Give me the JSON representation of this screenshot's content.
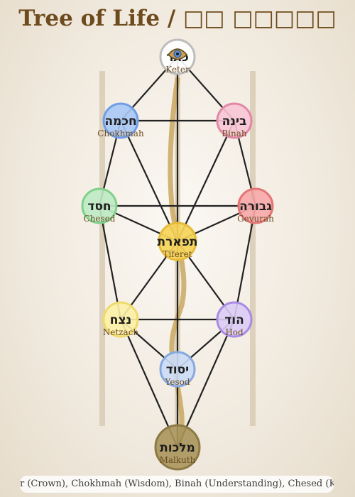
{
  "title": "Tree of Life / □□ □□□□□",
  "colors": {
    "title": "#6e4b1c",
    "pillar": "#d8cbb4",
    "path": "#222222",
    "serpent": "#c9a760"
  },
  "keter_icon": "eye-icon",
  "sefirot": [
    {
      "id": "keter",
      "hebrew": "כתר",
      "english": "Keter",
      "fill": "#ffffff",
      "stroke": "#bdbdbd"
    },
    {
      "id": "chokhmah",
      "hebrew": "חכמה",
      "english": "Chokhmah",
      "fill": "#a9c8f5",
      "stroke": "#6f9ee6"
    },
    {
      "id": "binah",
      "hebrew": "בינה",
      "english": "Binah",
      "fill": "#f8c4d4",
      "stroke": "#e288a6"
    },
    {
      "id": "chesed",
      "hebrew": "חסד",
      "english": "Chesed",
      "fill": "#bfeac4",
      "stroke": "#7fd08b"
    },
    {
      "id": "gevurah",
      "hebrew": "גבורה",
      "english": "Gevurah",
      "fill": "#f7a9a9",
      "stroke": "#e57474"
    },
    {
      "id": "tiferet",
      "hebrew": "תפארת",
      "english": "Tiferet",
      "fill": "#f6d458",
      "stroke": "#e6bb3a"
    },
    {
      "id": "netzach",
      "hebrew": "נצח",
      "english": "Netzach",
      "fill": "#fdf0a6",
      "stroke": "#eedb6b"
    },
    {
      "id": "hod",
      "hebrew": "הוד",
      "english": "Hod",
      "fill": "#dccbf6",
      "stroke": "#a98be4"
    },
    {
      "id": "yesod",
      "hebrew": "יסוד",
      "english": "Yesod",
      "fill": "#cbdcf6",
      "stroke": "#86a9e1"
    },
    {
      "id": "malkuth",
      "hebrew": "מלכות",
      "english": "Malkuth",
      "fill": "#a8955a",
      "stroke": "#8c7a45"
    }
  ],
  "paths": [
    [
      "keter",
      "chokhmah"
    ],
    [
      "keter",
      "binah"
    ],
    [
      "keter",
      "tiferet"
    ],
    [
      "chokhmah",
      "binah"
    ],
    [
      "chokhmah",
      "chesed"
    ],
    [
      "chokhmah",
      "tiferet"
    ],
    [
      "binah",
      "gevurah"
    ],
    [
      "binah",
      "tiferet"
    ],
    [
      "chesed",
      "gevurah"
    ],
    [
      "chesed",
      "tiferet"
    ],
    [
      "chesed",
      "netzach"
    ],
    [
      "gevurah",
      "tiferet"
    ],
    [
      "gevurah",
      "hod"
    ],
    [
      "tiferet",
      "netzach"
    ],
    [
      "tiferet",
      "hod"
    ],
    [
      "tiferet",
      "yesod"
    ],
    [
      "netzach",
      "hod"
    ],
    [
      "netzach",
      "yesod"
    ],
    [
      "netzach",
      "malkuth"
    ],
    [
      "hod",
      "yesod"
    ],
    [
      "hod",
      "malkuth"
    ],
    [
      "yesod",
      "malkuth"
    ]
  ],
  "caption": "Keter (Crown), Chokhmah (Wisdom), Binah (Understanding), Chesed (Kindness), Gevurah (Severity), Tiferet (Beauty), Netzach (Victory), Hod (Splendor), Yesod (Foundation), Malkuth (Kingdom)"
}
